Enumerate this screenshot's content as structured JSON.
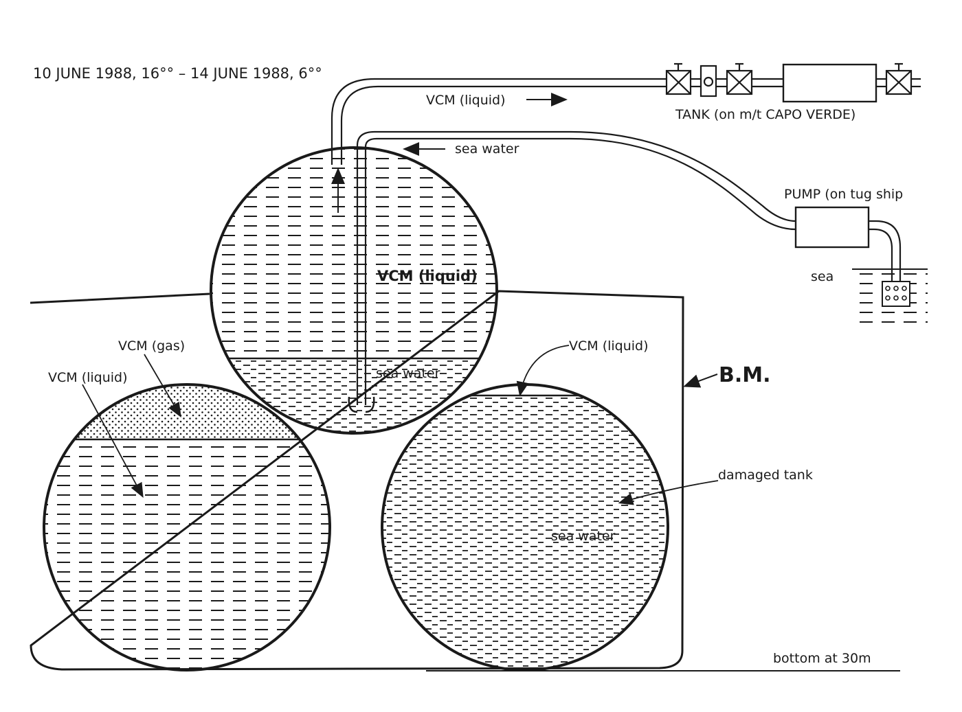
{
  "header": {
    "date_range": "10 JUNE 1988, 16°° – 14 JUNE 1988, 6°°"
  },
  "labels": {
    "vcm_liquid_pipe": "VCM (liquid)",
    "tank_capo_verde": "TANK (on m/t CAPO VERDE)",
    "sea_water_pipe": "sea water",
    "pump": "PUMP (on tug ship",
    "sea": "sea",
    "center_vcm_liquid": "VCM (liquid)",
    "center_sea_water": "sea water",
    "left_vcm_gas": "VCM (gas)",
    "left_vcm_liquid": "VCM (liquid)",
    "right_vcm_liquid": "VCM (liquid)",
    "bm": "B.M.",
    "damaged_tank": "damaged tank",
    "right_sea_water": "sea water",
    "bottom": "bottom at 30m"
  },
  "colors": {
    "ink": "#1a1a1a",
    "paper": "#ffffff"
  }
}
